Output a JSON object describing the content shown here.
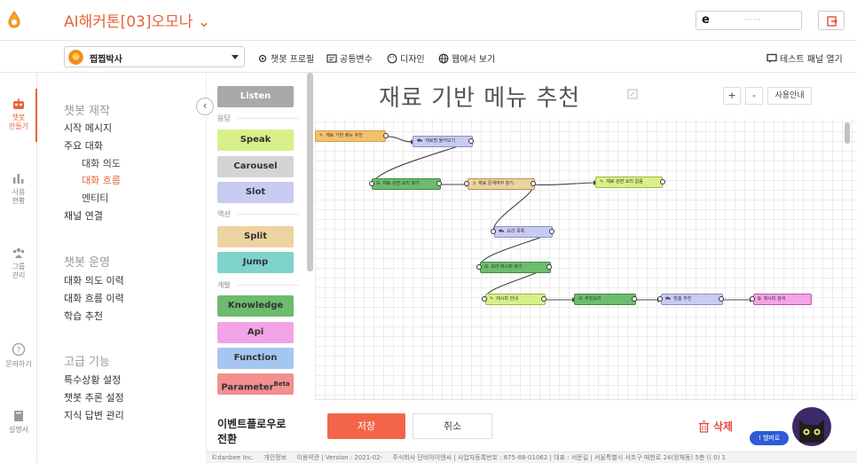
{
  "header": {
    "app_title": "AI해커톤[03]오모나 ⌄",
    "user_logo": "e",
    "user_name": "··· ···"
  },
  "subbar": {
    "bot_name": "찝찝박사",
    "tools": [
      "챗봇 프로필",
      "공통변수",
      "디자인",
      "웹에서 보기"
    ],
    "test_panel": "테스트 패널 열기"
  },
  "rail": {
    "items": [
      "챗봇\n만들기",
      "사용\n현황",
      "그룹\n관리",
      "문의하기",
      "설명서"
    ]
  },
  "menu": {
    "build_heading": "챗봇 제작",
    "start_message": "시작 메시지",
    "main_dialog": "주요 대화",
    "intent": "대화 의도",
    "flow": "대화 흐름",
    "entity": "엔티티",
    "channel": "채널 연결",
    "ops_heading": "챗봇 운영",
    "intent_history": "대화 의도 이력",
    "flow_history": "대화 흐름 이력",
    "learning": "학습 추천",
    "adv_heading": "고급 기능",
    "special": "특수상황 설정",
    "inference": "챗봇 추론 설정",
    "knowledge_mgmt": "지식 답변 관리"
  },
  "palette": {
    "listen": "Listen",
    "response_label": "응답",
    "speak": "Speak",
    "carousel": "Carousel",
    "slot": "Slot",
    "action_label": "액션",
    "split": "Split",
    "jump": "Jump",
    "dev_label": "개발",
    "knowledge": "Knowledge",
    "api": "Api",
    "function": "Function",
    "parameter": "Parameter",
    "beta": "Beta",
    "event_flow_1": "이벤트플로우로",
    "event_flow_2": "전환"
  },
  "canvas": {
    "title": "재료 기반 메뉴 추천",
    "zoom_in": "+",
    "zoom_out": "-",
    "guide": "사용안내",
    "nodes": {
      "n1": "재료 기반 메뉴 추천",
      "n2": "재료명 물어보기",
      "n3": "재료 관련 요리 찾기",
      "n4": "재료 존재여부 분기",
      "n5": "재료 관련 요리 없음",
      "n6": "요리 목록",
      "n7": "요리 레시피 찾기",
      "n8": "레시피 안내",
      "n9": "추천요리",
      "n10": "맞춤 추천",
      "n11": "레시피 검색"
    }
  },
  "bottom": {
    "save": "저장",
    "cancel": "취소",
    "delete": "삭제",
    "help": "! 헬퍼로"
  },
  "footer": {
    "items": [
      "©danbee Inc.",
      "개인정보",
      "이용약관 | Version : 2021-02-",
      "주식회사 단비아이엔씨 | 사업자등록번호 : 675-88-01062 | 대표 : 서문길 | 서울특별시 서초구 매헌로 24(양재동) 5층 (( 0) 1"
    ]
  },
  "colors": {
    "accent": "#e8643a",
    "speak": "#d8f08a",
    "carousel": "#d4d4d4",
    "slot": "#c8cbf2",
    "split": "#ecd3a0",
    "jump": "#7fd3cd",
    "knowledge": "#6dbb6d",
    "api": "#f3a4e6",
    "function": "#a6c6f2",
    "parameter": "#f28f8f"
  }
}
